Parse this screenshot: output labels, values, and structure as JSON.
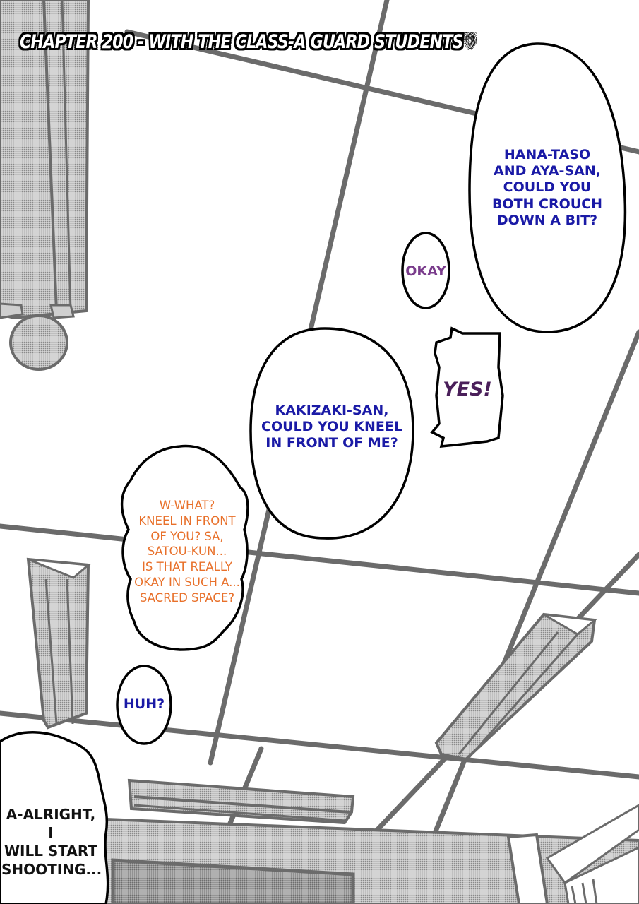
{
  "page": {
    "title": "CHAPTER 200 - WITH THE CLASS-A GUARD STUDENTS♡",
    "title_heart_icon": "heart-outline-icon"
  },
  "bubbles": [
    {
      "id": "hana-taso",
      "speaker_color": "#1a1aa6",
      "text": "HANA-TASO AND AYA-SAN, COULD YOU BOTH CROUCH DOWN A BIT?",
      "lines": [
        "HANA-TASO",
        "AND AYA-SAN,",
        "COULD YOU",
        "BOTH CROUCH",
        "DOWN A BIT?"
      ]
    },
    {
      "id": "okay",
      "speaker_color": "#7a3c8c",
      "text": "OKAY",
      "lines": [
        "OKAY"
      ]
    },
    {
      "id": "yes",
      "speaker_color": "#4a1f5a",
      "text": "YES!",
      "lines": [
        "YES!"
      ]
    },
    {
      "id": "kakizaki",
      "speaker_color": "#1a1aa6",
      "text": "KAKIZAKI-SAN, COULD YOU KNEEL IN FRONT OF ME?",
      "lines": [
        "KAKIZAKI-SAN,",
        "COULD YOU KNEEL",
        "IN FRONT OF ME?"
      ]
    },
    {
      "id": "w-what",
      "speaker_color": "#e8702a",
      "text": "W-WHAT? KNEEL IN FRONT OF YOU? SA, SATOU-KUN... IS THAT REALLY OKAY IN SUCH A... SACRED SPACE?",
      "lines": [
        "W-WHAT?",
        "KNEEL IN FRONT",
        "OF YOU? SA,",
        "SATOU-KUN...",
        "IS THAT REALLY",
        "OKAY IN SUCH A...",
        "SACRED SPACE?"
      ]
    },
    {
      "id": "huh",
      "speaker_color": "#1a1aa6",
      "text": "HUH?",
      "lines": [
        "HUH?"
      ]
    },
    {
      "id": "alright",
      "speaker_color": "#111111",
      "text": "A-ALRIGHT, I WILL START SHOOTING...",
      "lines": [
        "A-ALRIGHT, I",
        "WILL START",
        "SHOOTING..."
      ]
    }
  ],
  "scene": {
    "ceiling_line_color": "#6b6b6b",
    "screentone_color": "#bdbdbd",
    "bubble_outline_color": "#000000"
  }
}
